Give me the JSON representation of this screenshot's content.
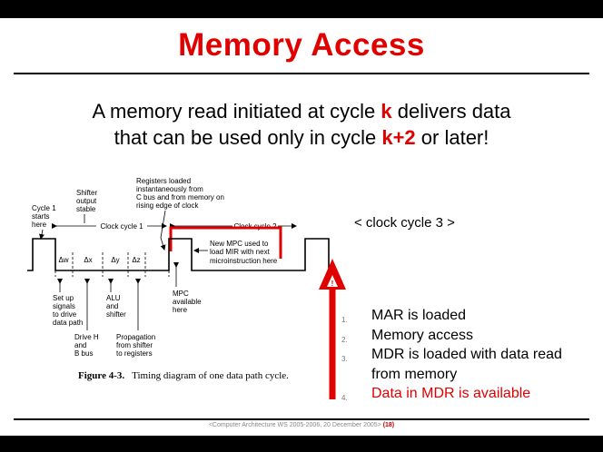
{
  "slide": {
    "title": "Memory Access",
    "subtitle": {
      "line1_a": "A memory read initiated at cycle ",
      "line1_k": "k",
      "line1_b": " delivers data",
      "line2_a": "that can be used only in cycle ",
      "line2_k2": "k+2",
      "line2_b": " or later!"
    },
    "clock3_label": "< clock cycle 3 >",
    "steps": [
      {
        "num": "1.",
        "text": "MAR is loaded"
      },
      {
        "num": "2.",
        "text": "Memory access"
      },
      {
        "num": "3.",
        "text": "MDR is loaded with data read from memory"
      },
      {
        "num": "4.",
        "text": "Data in MDR is available"
      }
    ],
    "footer": {
      "text": "<Computer Architecture WS 2005-2006, 20 December 2005>",
      "page": "(18)"
    },
    "colors": {
      "accent_red": "#e00000",
      "black": "#000000"
    }
  },
  "diagram": {
    "labels": {
      "cycle1_starts": [
        "Cycle 1",
        "starts",
        "here"
      ],
      "shifter_output": [
        "Shifter",
        "output",
        "stable"
      ],
      "registers_loaded": [
        "Registers loaded",
        "instantaneously from",
        "C bus and from memory  on",
        "rising edge of clock"
      ],
      "clock_cycle_1": "Clock cycle 1",
      "clock_cycle_2": "Clock cycle 2",
      "new_mpc": [
        "New MPC used to",
        "load MIR with next",
        "microinstruction here"
      ],
      "delta_w": "Δw",
      "delta_x": "Δx",
      "delta_y": "Δy",
      "delta_z": "Δz",
      "set_up": [
        "Set up",
        "signals",
        "to drive",
        "data path"
      ],
      "drive_h": [
        "Drive H",
        "and",
        "B bus"
      ],
      "alu_shifter": [
        "ALU",
        "and",
        "shifter"
      ],
      "propagation": [
        "Propagation",
        "from shifter",
        "to registers"
      ],
      "mpc_available": [
        "MPC",
        "available",
        "here"
      ],
      "warning_mark": "!",
      "figure_caption_bold": "Figure 4-3.",
      "figure_caption_text": "Timing diagram of one data path cycle."
    }
  }
}
